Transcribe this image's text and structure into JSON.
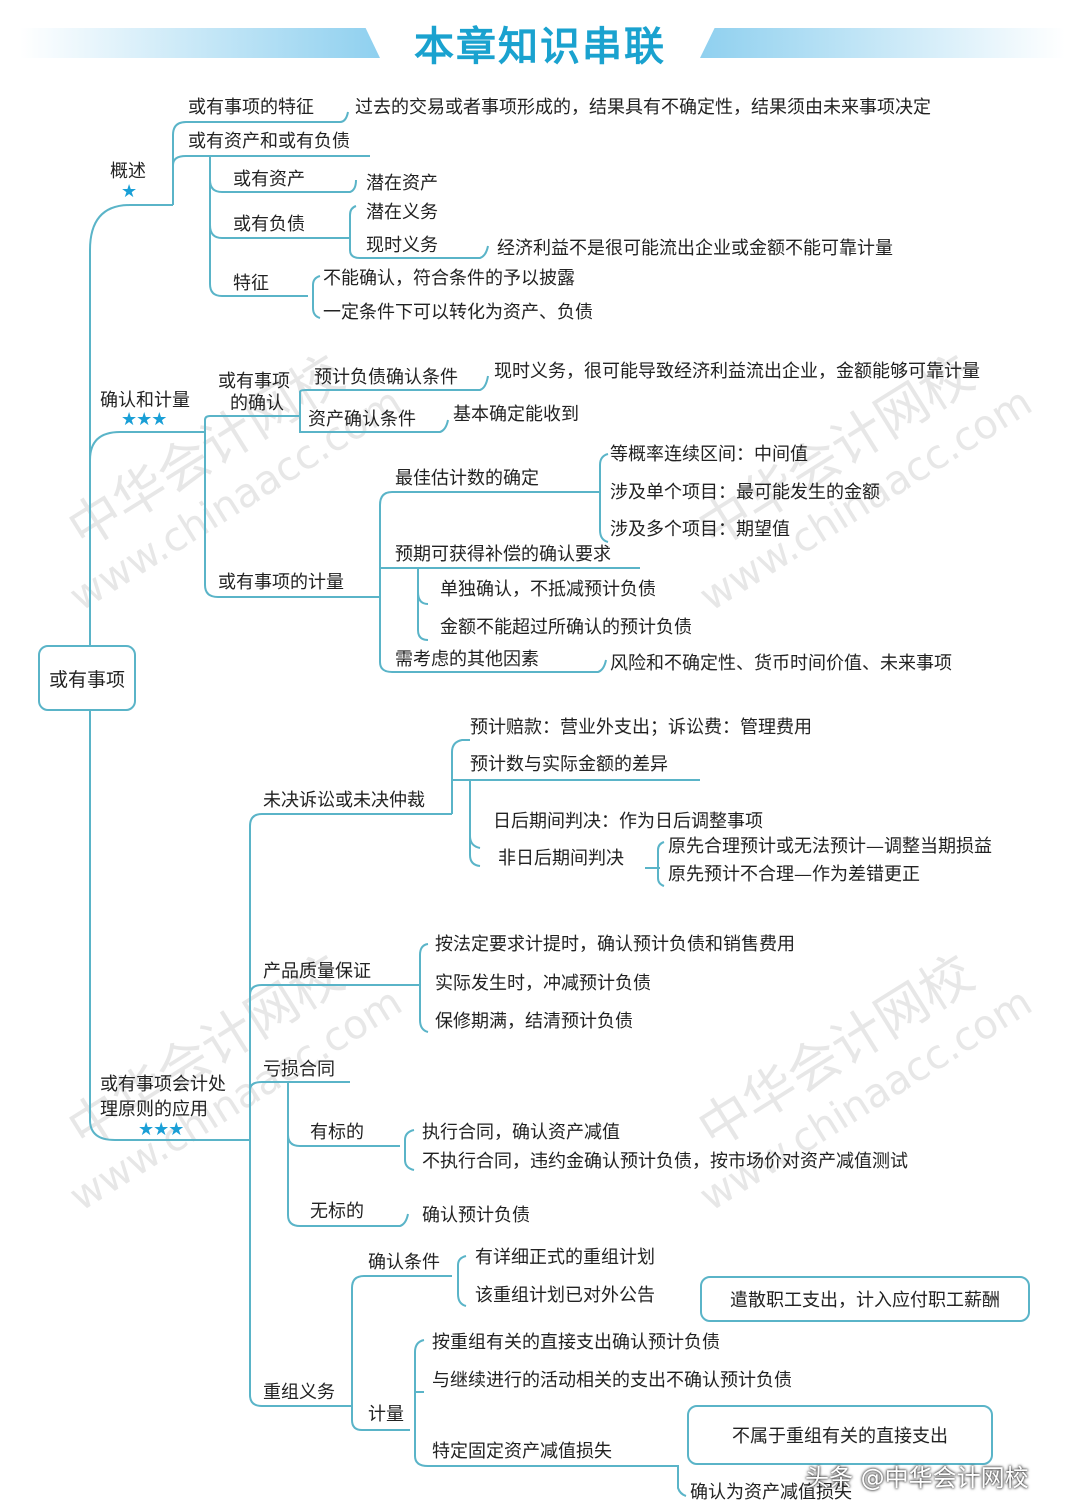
{
  "title": "本章知识串联",
  "root": "或有事项",
  "accent_color": "#1aa2cf",
  "line_color": "#5ab4c8",
  "overview": {
    "label": "概述",
    "stars": "★",
    "feature_label": "或有事项的特征",
    "feature_text": "过去的交易或者事项形成的，结果具有不确定性，结果须由未来事项决定",
    "ca_cl_label": "或有资产和或有负债",
    "ca_label": "或有资产",
    "ca_item": "潜在资产",
    "cl_label": "或有负债",
    "cl_item1": "潜在义务",
    "cl_item2": "现时义务",
    "cl_item2_detail": "经济利益不是很可能流出企业或金额不能可靠计量",
    "trait_label": "特征",
    "trait1": "不能确认，符合条件的予以披露",
    "trait2": "一定条件下可以转化为资产、负债"
  },
  "recognition": {
    "label": "确认和计量",
    "stars": "★★★",
    "confirm_label_1": "或有事项",
    "confirm_label_2": "的确认",
    "liab_cond": "预计负债确认条件",
    "liab_cond_text": "现时义务，很可能导致经济利益流出企业，金额能够可靠计量",
    "asset_cond": "资产确认条件",
    "asset_cond_text": "基本确定能收到",
    "measure_label": "或有事项的计量",
    "best_est": "最佳估计数的确定",
    "best_items": [
      "等概率连续区间：中间值",
      "涉及单个项目：最可能发生的金额",
      "涉及多个项目：期望值"
    ],
    "comp_label": "预期可获得补偿的确认要求",
    "comp_items": [
      "单独确认，不抵减预计负债",
      "金额不能超过所确认的预计负债"
    ],
    "other_label": "需考虑的其他因素",
    "other_text": "风险和不确定性、货币时间价值、未来事项"
  },
  "application": {
    "label_1": "或有事项会计处",
    "label_2": "理原则的应用",
    "stars": "★★★",
    "lit_label": "未决诉讼或未决仲裁",
    "lit_item1": "预计赔款：营业外支出；诉讼费：管理费用",
    "lit_item2": "预计数与实际金额的差异",
    "lit_sub1": "日后期间判决：作为日后调整事项",
    "lit_sub2": "非日后期间判决",
    "lit_sub2_items": [
      "原先合理预计或无法预计—调整当期损益",
      "原先预计不合理—作为差错更正"
    ],
    "warranty_label": "产品质量保证",
    "warranty_items": [
      "按法定要求计提时，确认预计负债和销售费用",
      "实际发生时，冲减预计负债",
      "保修期满，结清预计负债"
    ],
    "onerous_label": "亏损合同",
    "with_subject": "有标的",
    "with_subject_items": [
      "执行合同，确认资产减值",
      "不执行合同，违约金确认预计负债，按市场价对资产减值测试"
    ],
    "without_subject": "无标的",
    "without_subject_item": "确认预计负债",
    "restructure_label": "重组义务",
    "cond_label": "确认条件",
    "cond_items": [
      "有详细正式的重组计划",
      "该重组计划已对外公告"
    ],
    "measure_label": "计量",
    "measure_items": [
      "按重组有关的直接支出确认预计负债",
      "与继续进行的活动相关的支出不确认预计负债",
      "特定固定资产减值损失"
    ],
    "callout1": "遣散职工支出，计入应付职工薪酬",
    "callout2": "不属于重组有关的直接支出",
    "impairment": "确认为资产减值损失"
  },
  "watermark": {
    "cn": "中华会计网校",
    "url": "www.chinaacc.com"
  },
  "credit": "头条 @中华会计网校"
}
